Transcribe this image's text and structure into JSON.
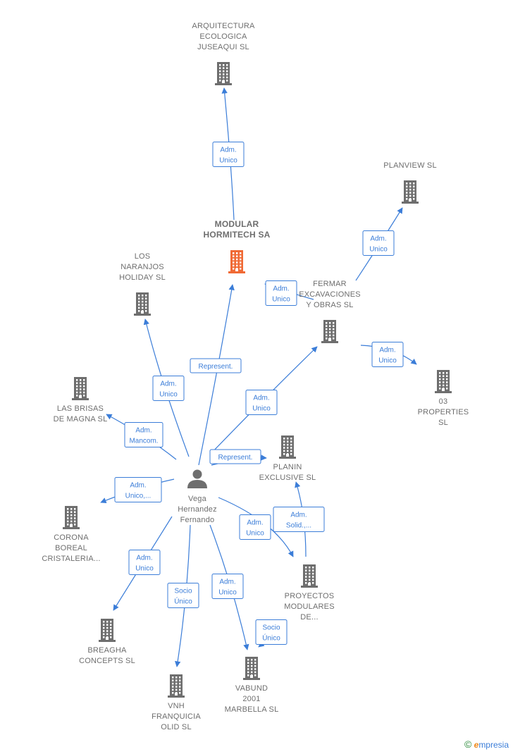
{
  "colors": {
    "edge": "#3b7dd8",
    "company_icon": "#6e6e6e",
    "main_company_icon": "#f06a35",
    "person_icon": "#6e6e6e",
    "label": "#6e6e6e"
  },
  "person": {
    "id": "p",
    "name": [
      "Vega",
      "Hernandez",
      "Fernando"
    ],
    "icon": "person-icon"
  },
  "nodes": [
    {
      "id": "arq",
      "lines": [
        "ARQUITECTURA",
        "ECOLOGICA",
        "JUSEAQUI  SL"
      ],
      "icon": "building-icon"
    },
    {
      "id": "mod",
      "lines": [
        "MODULAR",
        "HORMITECH SA"
      ],
      "icon": "building-icon",
      "main": true
    },
    {
      "id": "plv",
      "lines": [
        "PLANVIEW  SL"
      ],
      "icon": "building-icon"
    },
    {
      "id": "fer",
      "lines": [
        "FERMAR",
        "EXCAVACIONES",
        "Y OBRAS  SL"
      ],
      "icon": "building-icon"
    },
    {
      "id": "o3",
      "lines": [
        "03",
        "PROPERTIES",
        "SL"
      ],
      "icon": "building-icon"
    },
    {
      "id": "lna",
      "lines": [
        "LOS",
        "NARANJOS",
        "HOLIDAY  SL"
      ],
      "icon": "building-icon"
    },
    {
      "id": "lbm",
      "lines": [
        "LAS BRISAS",
        "DE MAGNA  SL"
      ],
      "icon": "building-icon"
    },
    {
      "id": "pla",
      "lines": [
        "PLANIN",
        "EXCLUSIVE  SL"
      ],
      "icon": "building-icon"
    },
    {
      "id": "cor",
      "lines": [
        "CORONA",
        "BOREAL",
        "CRISTALERIA..."
      ],
      "icon": "building-icon"
    },
    {
      "id": "pmd",
      "lines": [
        "PROYECTOS",
        "MODULARES",
        "DE..."
      ],
      "icon": "building-icon"
    },
    {
      "id": "bre",
      "lines": [
        "BREAGHA",
        "CONCEPTS  SL"
      ],
      "icon": "building-icon"
    },
    {
      "id": "vab",
      "lines": [
        "VABUND",
        "2001",
        "MARBELLA  SL"
      ],
      "icon": "building-icon"
    },
    {
      "id": "vnh",
      "lines": [
        "VNH",
        "FRANQUICIA",
        "OLID  SL"
      ],
      "icon": "building-icon"
    }
  ],
  "edges": [
    {
      "from": "mod",
      "to": "arq",
      "label": [
        "Adm.",
        "Unico"
      ]
    },
    {
      "from": "p",
      "to": "mod",
      "label": [
        "Represent."
      ]
    },
    {
      "from": "fer",
      "to": "mod",
      "label": [
        "Adm.",
        "Unico"
      ]
    },
    {
      "from": "fer",
      "to": "plv",
      "label": [
        "Adm.",
        "Unico"
      ]
    },
    {
      "from": "fer",
      "to": "o3",
      "label": [
        "Adm.",
        "Unico"
      ]
    },
    {
      "from": "p",
      "to": "fer",
      "label": [
        "Adm.",
        "Unico"
      ]
    },
    {
      "from": "p",
      "to": "lna",
      "label": [
        "Adm.",
        "Unico"
      ]
    },
    {
      "from": "p",
      "to": "lbm",
      "label": [
        "Adm.",
        "Mancom."
      ]
    },
    {
      "from": "p",
      "to": "pla",
      "label": [
        "Represent."
      ]
    },
    {
      "from": "p",
      "to": "cor",
      "label": [
        "Adm.",
        "Unico,..."
      ]
    },
    {
      "from": "pmd",
      "to": "pla",
      "label": [
        "Adm.",
        "Solid.,..."
      ]
    },
    {
      "from": "p",
      "to": "pmd",
      "label": [
        "Adm.",
        "Unico"
      ]
    },
    {
      "from": "p",
      "to": "bre",
      "label": [
        "Adm.",
        "Unico"
      ]
    },
    {
      "from": "p",
      "to": "vnh",
      "label": [
        "Socio",
        "Único"
      ]
    },
    {
      "from": "p",
      "to": "vab",
      "label": [
        "Adm.",
        "Unico"
      ]
    },
    {
      "from": "pmd",
      "to": "vab",
      "label": [
        "Socio",
        "Único"
      ]
    }
  ],
  "brand": {
    "copyright": "©",
    "first_letter": "e",
    "rest": "mpresia"
  }
}
